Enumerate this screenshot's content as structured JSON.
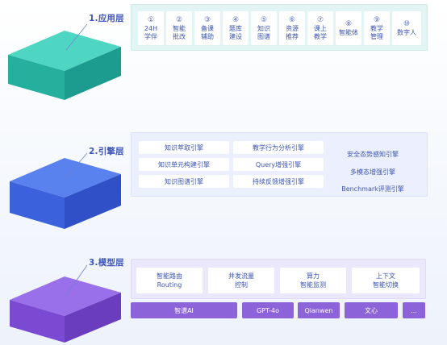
{
  "layers": {
    "app": {
      "label": "1.应用层",
      "items": [
        {
          "num": "①",
          "label": "24H\n学伴"
        },
        {
          "num": "②",
          "label": "智能\n批改"
        },
        {
          "num": "③",
          "label": "备课\n辅助"
        },
        {
          "num": "④",
          "label": "题库\n建设"
        },
        {
          "num": "⑤",
          "label": "知识\n图谱"
        },
        {
          "num": "⑥",
          "label": "资源\n推荐"
        },
        {
          "num": "⑦",
          "label": "课上\n教学"
        },
        {
          "num": "⑧",
          "label": "智能体"
        },
        {
          "num": "⑨",
          "label": "教学\n管理"
        },
        {
          "num": "⑩",
          "label": "数字人"
        }
      ]
    },
    "engine": {
      "label": "2.引擎层",
      "grid": [
        "知识萃取引擎",
        "教学行为分析引擎",
        "知识单元构建引擎",
        "Query增强引擎",
        "知识图谱引擎",
        "持续反馈增强引擎"
      ],
      "side": [
        "安全态势感知引擎",
        "多模态增强引擎",
        "Benchmark评测引擎"
      ]
    },
    "model": {
      "label": "3.模型层",
      "capabilities": [
        "智能路由\nRouting",
        "并发流量\n控制",
        "算力\n智能监测",
        "上下文\n智能切换"
      ],
      "models": [
        "智谱AI",
        "GPT-4o",
        "Qianwen",
        "文心",
        "..."
      ]
    }
  },
  "colors": {
    "app_cube": "#2fbfaa",
    "engine_cube": "#3d64e0",
    "model_cube": "#7e4fd6",
    "label_text": "#3e56b8"
  }
}
